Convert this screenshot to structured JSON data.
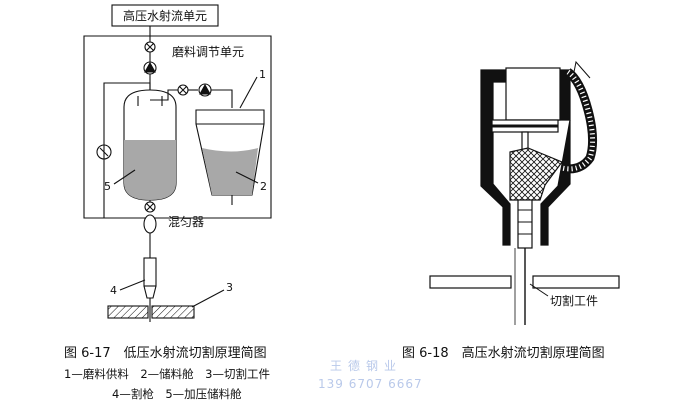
{
  "left_figure": {
    "top_box_label": "高压水射流单元",
    "abrasive_unit_label": "磨料调节单元",
    "mixer_label": "混匀器",
    "part_numbers": [
      "1",
      "2",
      "3",
      "4",
      "5"
    ],
    "caption": "图 6-17　低压水射流切割原理简图",
    "legend_line1": "1—磨料供料　2—储料舱　3—切割工件",
    "legend_line2": "4—割枪　5—加压储料舱"
  },
  "right_figure": {
    "workpiece_label": "切割工件",
    "caption": "图 6-18　高压水射流切割原理简图"
  },
  "watermark": {
    "line1": "王德钢业",
    "line2": "139 6707 6667"
  },
  "colors": {
    "ink": "#111111",
    "fill_gray": "#a8a8a8",
    "watermark": "#b9c9ea"
  }
}
